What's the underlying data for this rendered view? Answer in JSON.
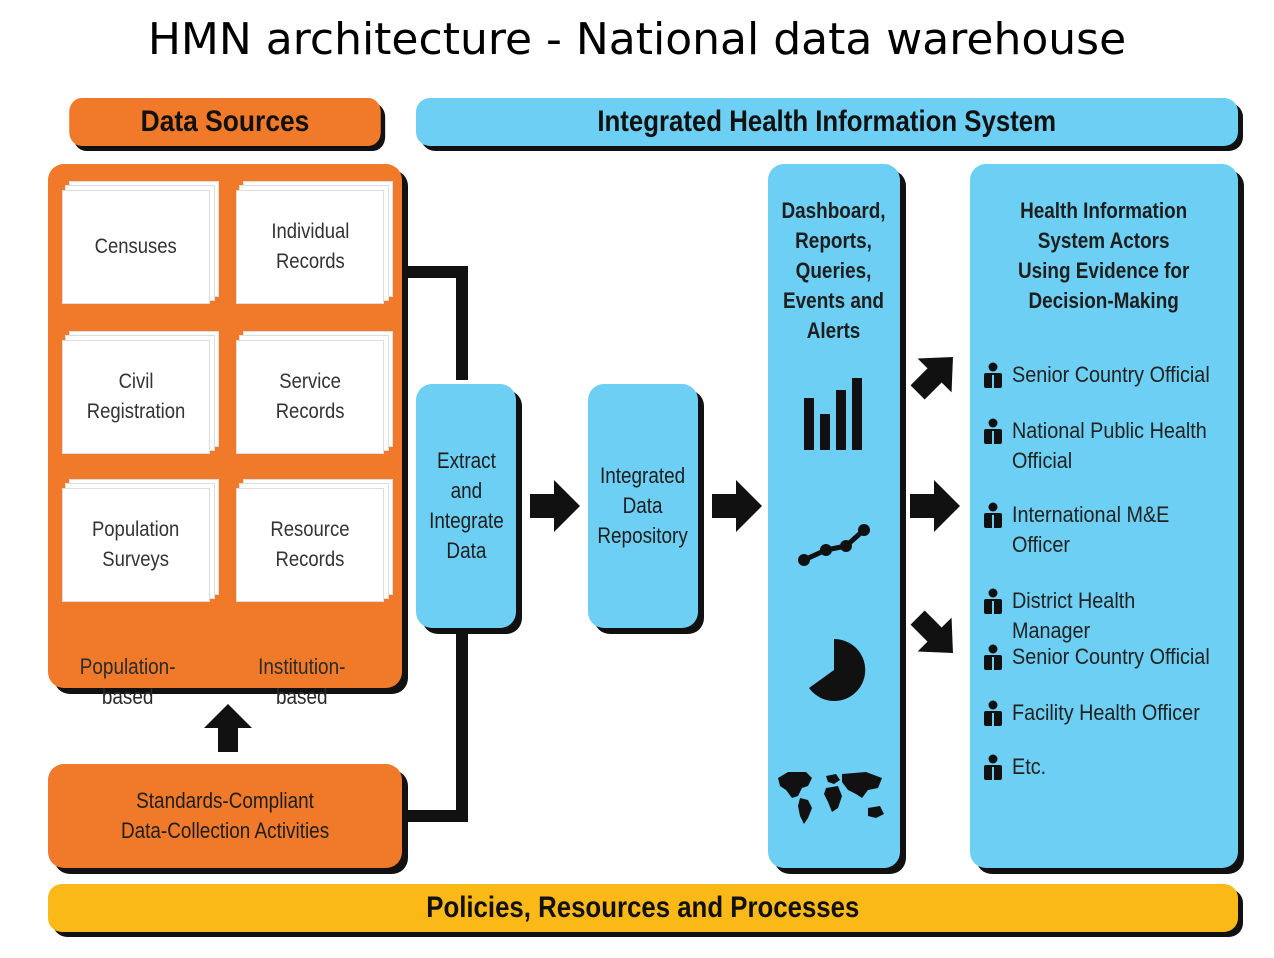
{
  "title": "HMN architecture - National data warehouse",
  "headers": {
    "data_sources": "Data Sources",
    "ihis": "Integrated Health Information System",
    "policies": "Policies, Resources and Processes"
  },
  "documents": {
    "censuses": "Censuses",
    "individual_records": "Individual\nRecords",
    "civil_registration": "Civil\nRegistration",
    "service_records": "Service\nRecords",
    "population_surveys": "Population\nSurveys",
    "resource_records": "Resource\nRecords"
  },
  "groups": {
    "population_based": "Population-\nbased",
    "institution_based": "Institution-\nbased"
  },
  "standards": "Standards-Compliant\nData-Collection Activities",
  "extract": "Extract\nand\nIntegrate\nData",
  "repository": "Integrated\nData\nRepository",
  "dashboard": "Dashboard,\nReports,\nQueries,\nEvents and\nAlerts",
  "actors_heading": "Health Information\nSystem Actors\nUsing Evidence for\nDecision-Making",
  "actors": [
    "Senior Country Official",
    "National Public Health\nOfficial",
    "International M&E\nOfficer",
    "District Health Manager",
    "Senior Country Official",
    "Facility Health Officer",
    "Etc."
  ],
  "icons": [
    "bar-chart-icon",
    "line-chart-icon",
    "pie-chart-icon",
    "world-map-icon",
    "person-icon",
    "arrow-icon"
  ],
  "colors": {
    "orange": "#f07a2a",
    "blue": "#6ccff3",
    "yellow": "#fbb917",
    "connector": "#111111"
  }
}
